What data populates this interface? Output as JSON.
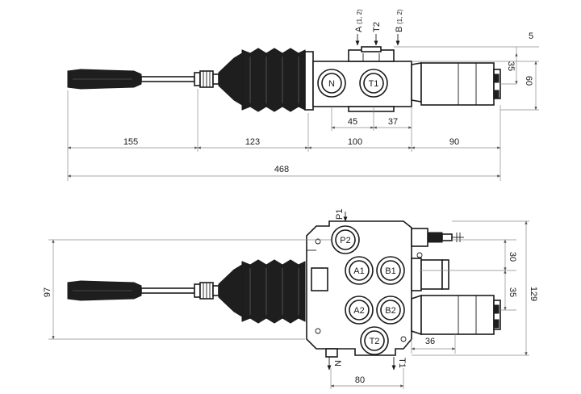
{
  "top_view": {
    "ports": [
      "N",
      "T1"
    ],
    "labels": {
      "a": "A",
      "a_sub": "(1, 2)",
      "t2": "T2",
      "b": "B",
      "b_sub": "(1, 2)"
    },
    "dimensions": [
      "155",
      "123",
      "100",
      "90",
      "468",
      "45",
      "37",
      "5",
      "35",
      "60"
    ]
  },
  "bottom_view": {
    "ports": [
      "P2",
      "A1",
      "B1",
      "A2",
      "B2",
      "T2"
    ],
    "labels": {
      "p1": "P1",
      "n": "N",
      "t1": "T1"
    },
    "dimensions": [
      "97",
      "30",
      "35",
      "129",
      "36",
      "80"
    ]
  }
}
